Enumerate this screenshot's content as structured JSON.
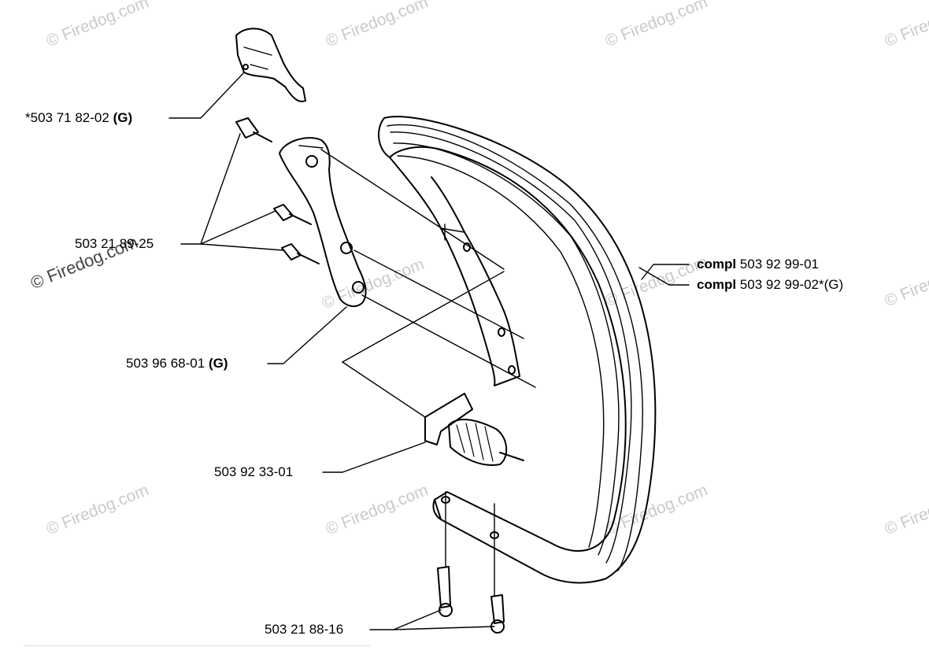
{
  "watermark": "© Firedog.com",
  "callouts": {
    "throttle_trigger": {
      "prefix": "*503 71 82-02",
      "suffix": "(G)"
    },
    "screw_set": {
      "text": "503 21 89-25"
    },
    "bracket": {
      "prefix": "503 96 68-01",
      "suffix": "(G)"
    },
    "buffer_spring": {
      "text": "503 92 33-01"
    },
    "bottom_screws": {
      "text": "503 21 88-16"
    },
    "handle_compl_1": {
      "prefix": "compl",
      "suffix": "503 92 99-01"
    },
    "handle_compl_2": {
      "prefix": "compl",
      "suffix": "503 92 99-02*(G)"
    }
  },
  "colors": {
    "line": "#000000",
    "watermark": "#c9c9c9",
    "background": "#ffffff"
  }
}
